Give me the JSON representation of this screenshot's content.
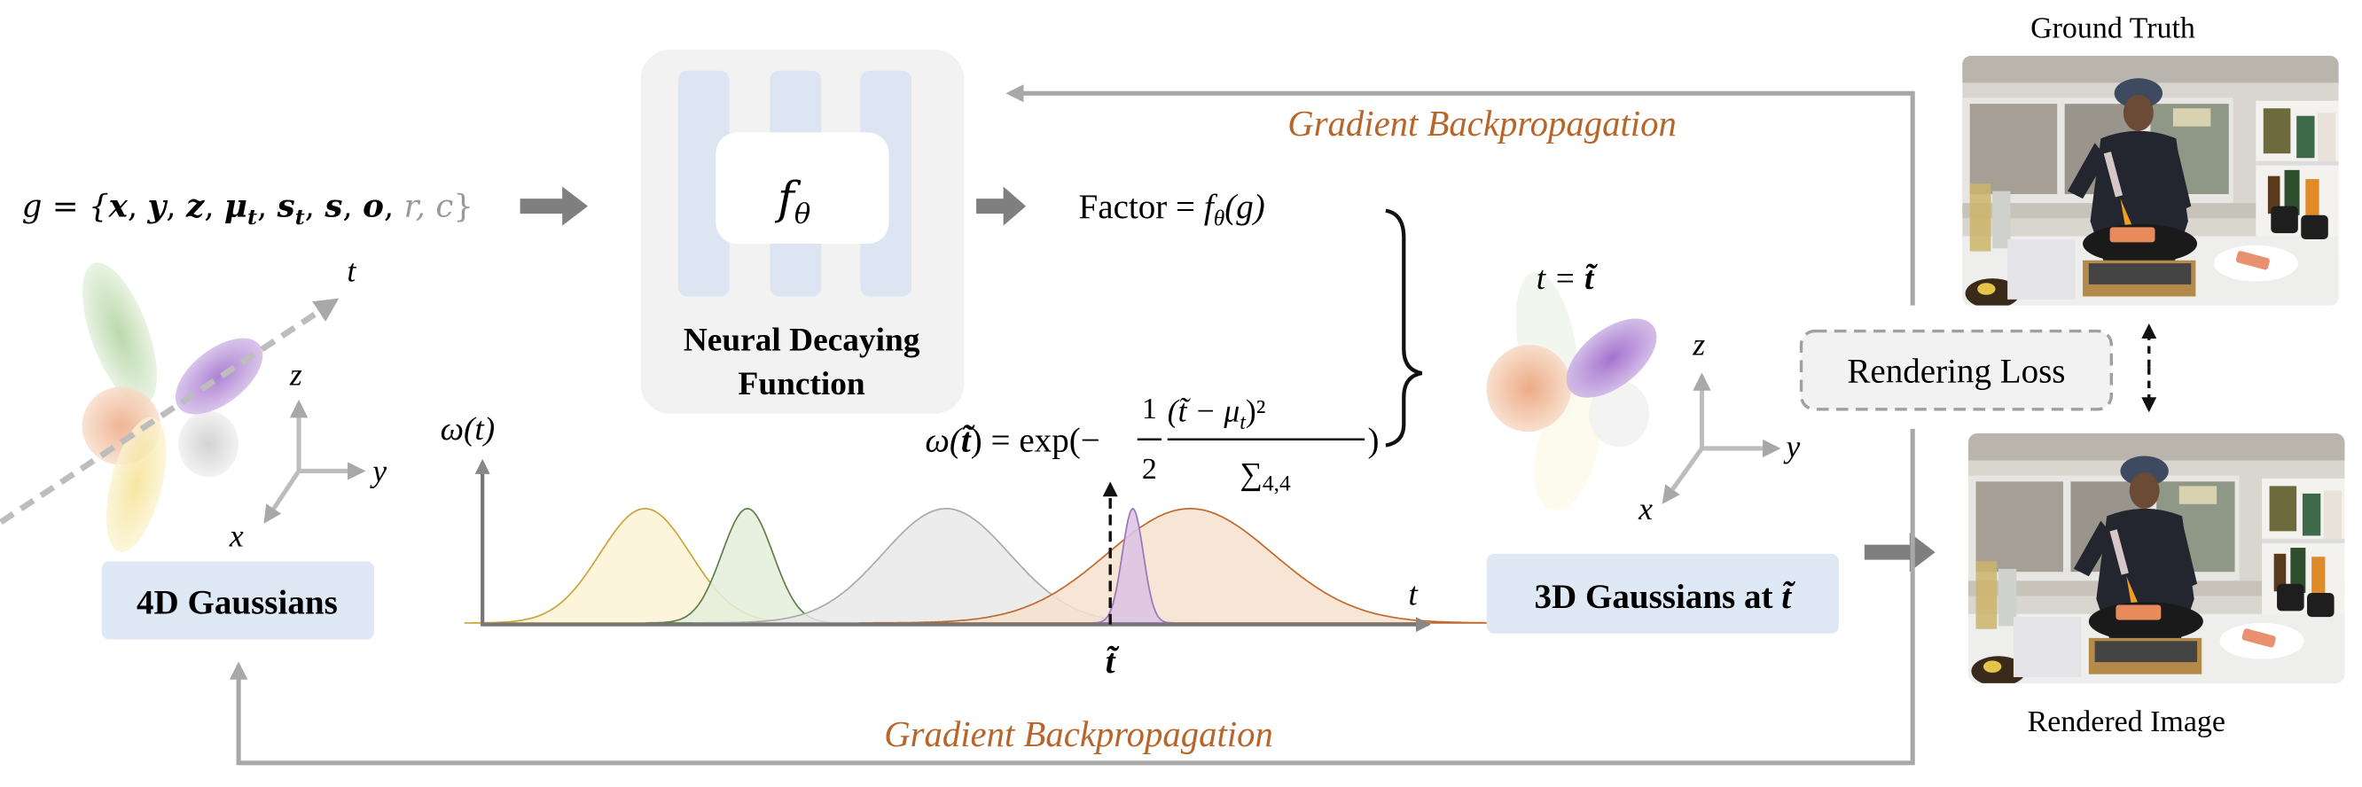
{
  "colors": {
    "accent_text": "#b8652a",
    "arrow": "#9e9e9e",
    "box_blue": "#dfe9f5",
    "box_gray": "#f2f2f2",
    "column": "#dde5f2"
  },
  "input_set": {
    "lhs": "g = {",
    "bold_items": [
      "x",
      "y",
      "z",
      "μ",
      "s",
      "s",
      "o"
    ],
    "sub_t": "t",
    "gray_items": "r, c",
    "close": "}"
  },
  "network": {
    "symbol": "f",
    "subscript": "θ",
    "label_line1": "Neural Decaying",
    "label_line2": "Function"
  },
  "factor_eq": {
    "lhs": "Factor = ",
    "f": "f",
    "sub": "θ",
    "arg": "(g)"
  },
  "weight_eq": {
    "lhs": "ω(",
    "t": "t̃",
    "mid": ") = exp(−",
    "half_num": "1",
    "half_den": "2",
    "num": "(t̃ − μ",
    "num_sub": "t",
    "num_end": ")²",
    "den": "∑",
    "den_sub": "4,4",
    "close": ")"
  },
  "gaussians_4d": {
    "label": "4D Gaussians",
    "axes": {
      "t": "t",
      "x": "x",
      "y": "y",
      "z": "z"
    }
  },
  "plot": {
    "ylabel": "ω(t)",
    "xlabel": "t",
    "marker": "t̃"
  },
  "gaussians_3d": {
    "time_label_lhs": "t = ",
    "time_label_rhs": "t̃",
    "label": "3D Gaussians at ",
    "label_t": "t̃",
    "axes": {
      "x": "x",
      "y": "y",
      "z": "z"
    }
  },
  "loss": {
    "label": "Rendering Loss"
  },
  "images": {
    "ground_truth": "Ground Truth",
    "rendered": "Rendered Image"
  },
  "backprop": {
    "top": "Gradient Backpropagation",
    "bottom": "Gradient Backpropagation"
  }
}
